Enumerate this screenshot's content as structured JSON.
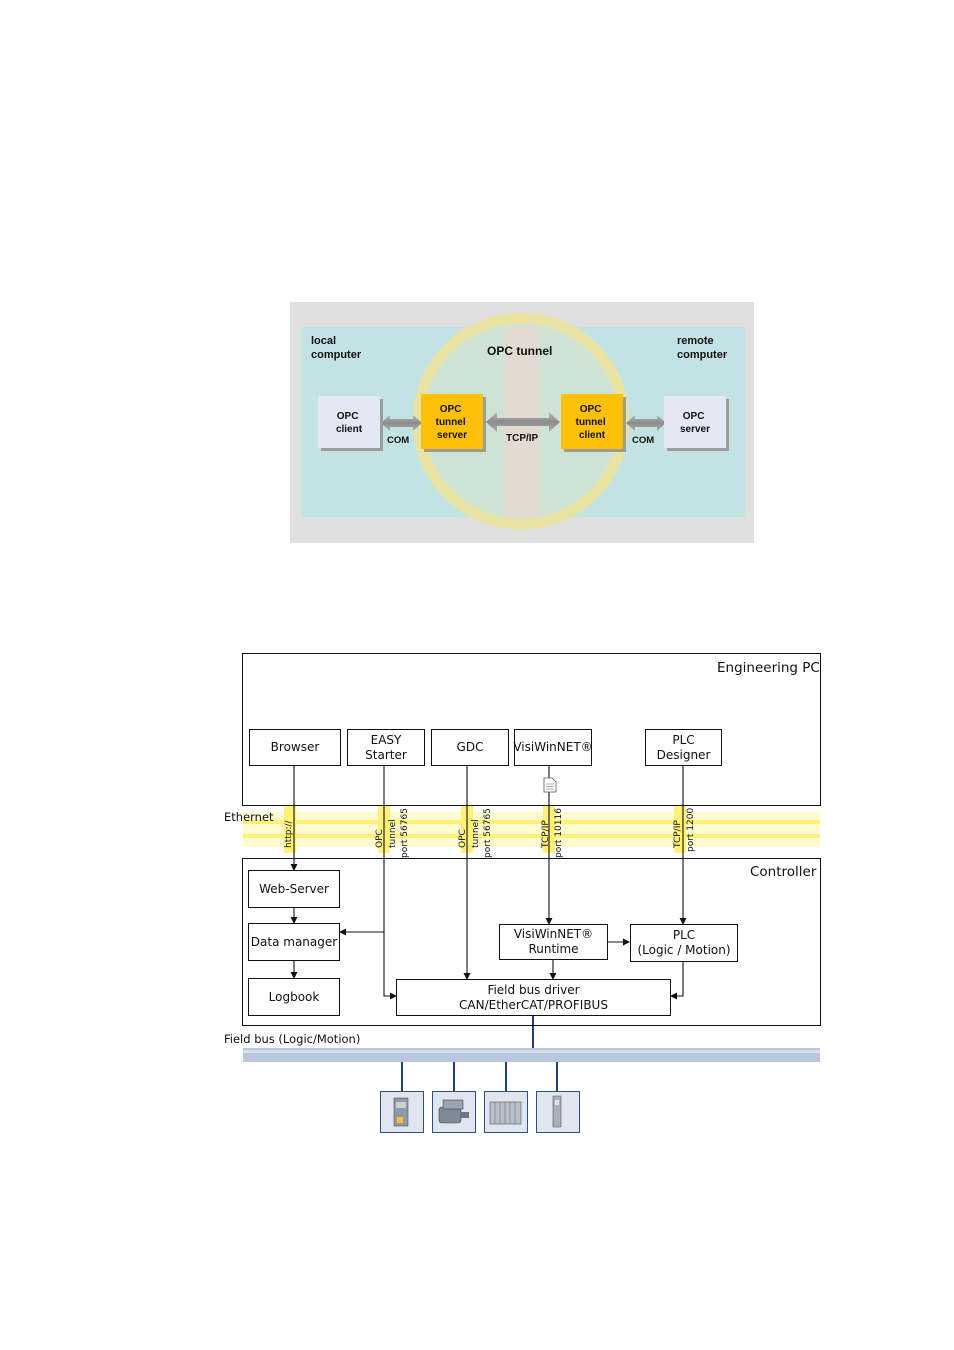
{
  "opc_figure": {
    "local_label": [
      "local",
      "computer"
    ],
    "remote_label": [
      "remote",
      "computer"
    ],
    "tunnel_title": "OPC tunnel",
    "opc_client": [
      "OPC",
      "client"
    ],
    "tunnel_server": [
      "OPC",
      "tunnel",
      "server"
    ],
    "tunnel_client": [
      "OPC",
      "tunnel",
      "client"
    ],
    "opc_server": [
      "OPC",
      "server"
    ],
    "com_left": "COM",
    "tcpip": "TCP/IP",
    "com_right": "COM",
    "colors": {
      "outer": "#e0e0e0",
      "inner": "#c2e3e3",
      "orange": "#ffc107",
      "client_box": "#e3e8f5",
      "ring": "#e8e3a3"
    }
  },
  "arch_figure": {
    "engineering_pc": "Engineering PC",
    "controller": "Controller",
    "ethernet": "Ethernet",
    "field_bus": "Field bus (Logic/Motion)",
    "tools": {
      "browser": "Browser",
      "easy_starter": "EASY Starter",
      "gdc": "GDC",
      "visiwinnet": "VisiWinNET®",
      "plc_designer": "PLC Designer"
    },
    "protocols": {
      "http": "http://",
      "easy_1": "OPC",
      "easy_2": "tunnel",
      "easy_3": "port 56765",
      "gdc_1": "OPC",
      "gdc_2": "tunnel",
      "gdc_3": "port 56765",
      "visi_1": "TCP/IP",
      "visi_2": "port 10116",
      "plc_1": "TCP/IP",
      "plc_2": "port 1200"
    },
    "controller_boxes": {
      "web_server": "Web-Server",
      "data_manager": "Data manager",
      "logbook": "Logbook",
      "runtime_1": "VisiWinNET®",
      "runtime_2": "Runtime",
      "plc_1": "PLC",
      "plc_2": "(Logic / Motion)",
      "driver_1": "Field bus driver",
      "driver_2": "CAN/EtherCAT/PROFIBUS"
    },
    "colors": {
      "ethernet_band": "#fff59d",
      "fieldbus": "#b8c6de",
      "device_border": "#2a4f8a"
    }
  }
}
